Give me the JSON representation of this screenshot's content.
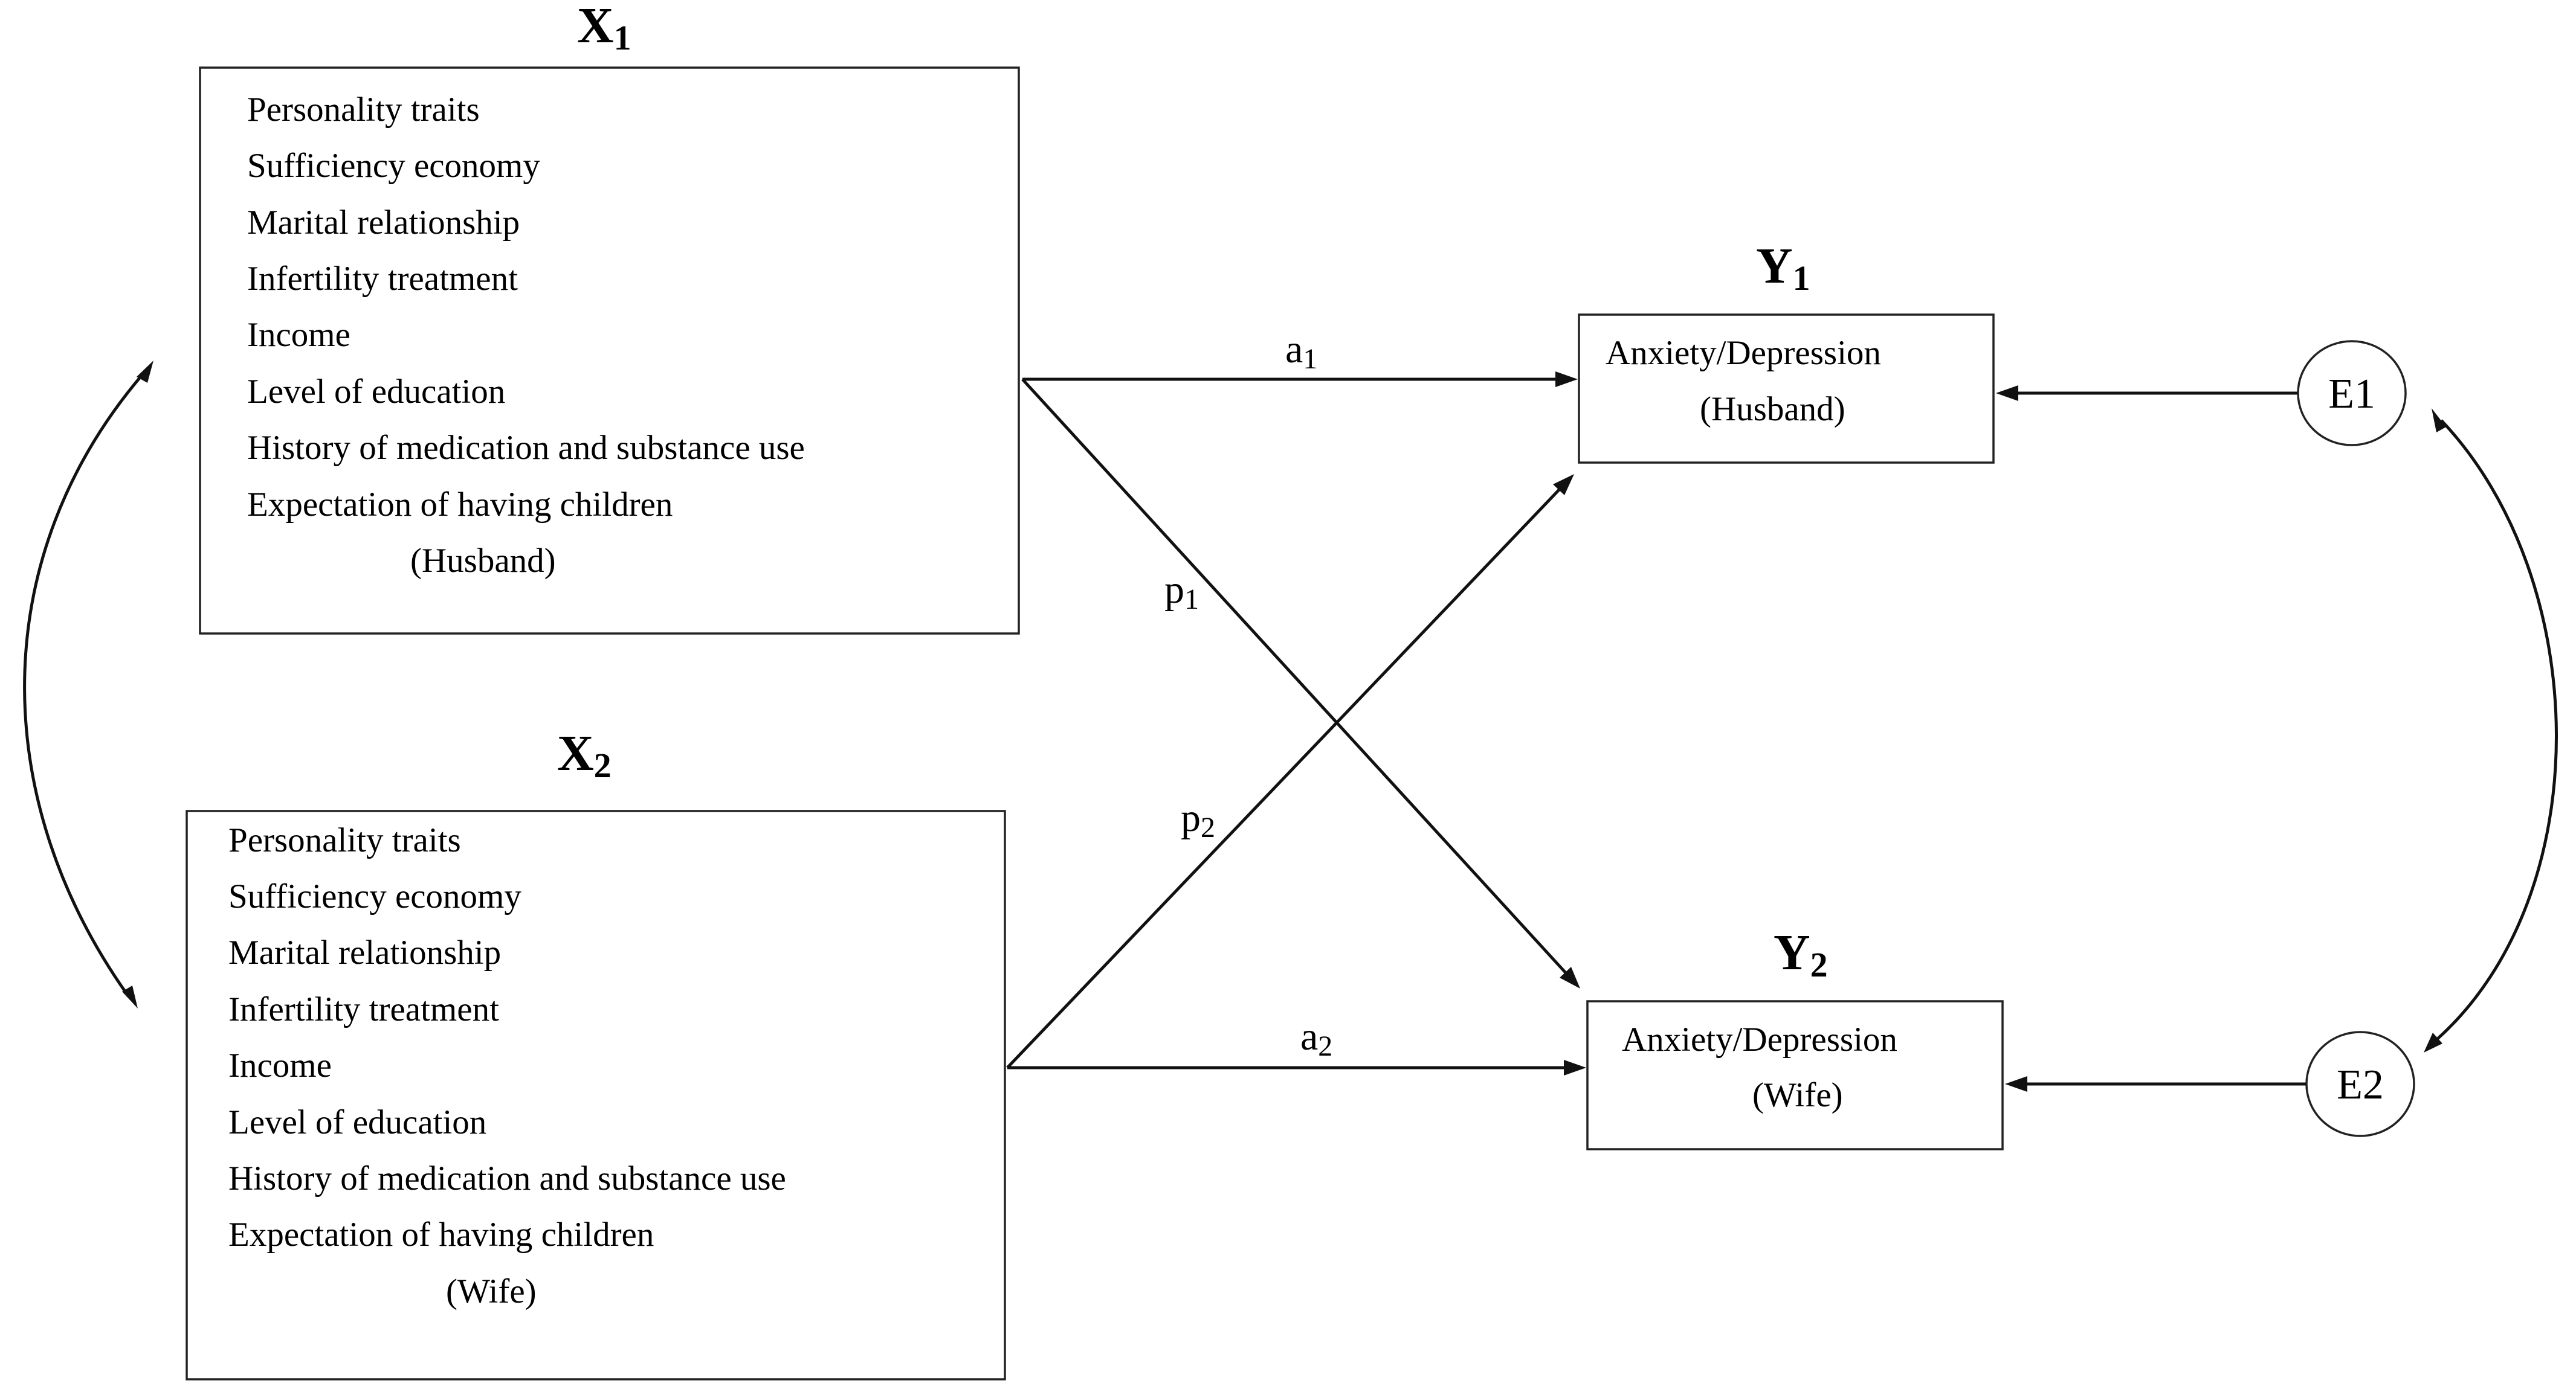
{
  "x1": {
    "letter": "X",
    "subscript": "1",
    "items": [
      "Personality traits",
      "Sufficiency economy",
      "Marital relationship",
      "Infertility treatment",
      "Income",
      "Level of education",
      "History of medication and substance use",
      "Expectation of having children"
    ],
    "role": "(Husband)"
  },
  "x2": {
    "letter": "X",
    "subscript": "2",
    "items": [
      "Personality traits",
      "Sufficiency economy",
      "Marital relationship",
      "Infertility treatment",
      "Income",
      "Level of education",
      "History of medication and substance use",
      "Expectation of having children"
    ],
    "role": "(Wife)"
  },
  "y1": {
    "letter": "Y",
    "subscript": "1",
    "label": "Anxiety/Depression",
    "role": "(Husband)"
  },
  "y2": {
    "letter": "Y",
    "subscript": "2",
    "label": "Anxiety/Depression",
    "role": "(Wife)"
  },
  "paths": {
    "a1": {
      "letter": "a",
      "subscript": "1"
    },
    "a2": {
      "letter": "a",
      "subscript": "2"
    },
    "p1": {
      "letter": "p",
      "subscript": "1"
    },
    "p2": {
      "letter": "p",
      "subscript": "2"
    }
  },
  "errors": {
    "e1": "E1",
    "e2": "E2"
  }
}
